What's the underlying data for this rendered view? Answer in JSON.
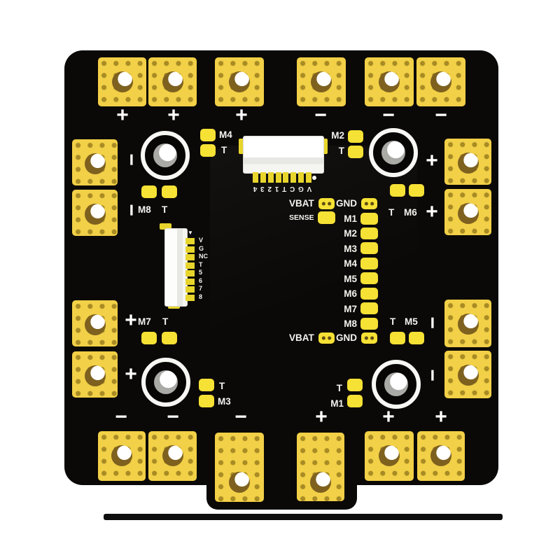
{
  "polarity": {
    "top": [
      "+",
      "+",
      "+",
      "−",
      "−",
      "−"
    ],
    "bottom": [
      "−",
      "−",
      "−",
      "+",
      "+",
      "+"
    ],
    "left": [
      "−",
      "−",
      "+",
      "+"
    ],
    "right": [
      "+",
      "+",
      "−",
      "−"
    ]
  },
  "pad_groups": {
    "m4": {
      "a": "M4",
      "b": "T"
    },
    "m2": {
      "a": "M2",
      "b": "T"
    },
    "m8": {
      "a": "M8",
      "b": "T"
    },
    "m6": {
      "a": "T",
      "b": "M6"
    },
    "m7": {
      "a": "M7",
      "b": "T"
    },
    "m5": {
      "a": "T",
      "b": "M5"
    },
    "m3": {
      "a": "T",
      "b": "M3"
    },
    "m1": {
      "a": "T",
      "b": "M1"
    }
  },
  "esc": {
    "vbat_top": "VBAT",
    "gnd_top": "GND",
    "sense": "SENSE",
    "motors": [
      "M1",
      "M2",
      "M3",
      "M4",
      "M5",
      "M6",
      "M7",
      "M8"
    ],
    "vbat_bottom": "VBAT",
    "gnd_bottom": "GND"
  },
  "top_connector": {
    "pins": [
      "V",
      "G",
      "C",
      "T",
      "1",
      "2",
      "3",
      "4"
    ]
  },
  "left_connector": {
    "marker": "▼",
    "pins": [
      "V",
      "G",
      "NC",
      "T",
      "5",
      "6",
      "7",
      "8"
    ]
  },
  "colors": {
    "board": "#0b0907",
    "pad": "#f2d047",
    "pad_small": "#f6e135",
    "silk": "#f4f3ef"
  }
}
